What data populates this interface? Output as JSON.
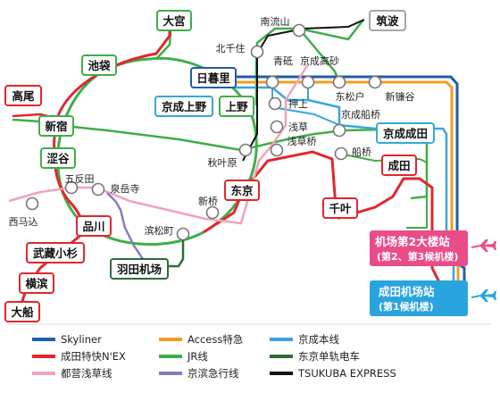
{
  "colors": {
    "skyliner": "#1f5fa8",
    "narita_express": "#e3262e",
    "toei_asakusa": "#f0a3b9",
    "access": "#f39c1e",
    "jr": "#3fae49",
    "keikyu": "#8a7bbf",
    "keisei": "#3aa5dc",
    "monorail": "#2f6b3b",
    "tsukuba": "#111111",
    "terminal2": "#ea4c89",
    "terminal1": "#2aa4df"
  },
  "stations": {
    "omiya": "大宫",
    "tsukuba": "筑波",
    "minami_nagareyama": "南流山",
    "kita_senju": "北千住",
    "ikebukuro": "池袋",
    "aoto": "青砥",
    "keisei_takasago": "京成高砂",
    "nippori": "日暮里",
    "takao": "高尾",
    "keisei_ueno": "京成上野",
    "ueno": "上野",
    "oshiage": "押上",
    "higashi_matsudo": "东松户",
    "shin_kamagaya": "新镰谷",
    "asakusa": "浅草",
    "keisei_funabashi": "京成船桥",
    "shinjuku": "新宿",
    "asakusabashi": "浅草桥",
    "keisei_narita": "京成成田",
    "funabashi": "船桥",
    "shibuya": "涩谷",
    "akihabara": "秋叶原",
    "narita": "成田",
    "gotanda": "五反田",
    "sengakuji": "泉岳寺",
    "shimbashi": "新桥",
    "tokyo": "东京",
    "nishi_magome": "西马込",
    "shinagawa": "品川",
    "chiba": "千叶",
    "hamamatsucho": "滨松町",
    "musashi_kosugi": "武藏小杉",
    "haneda": "羽田机场",
    "yokohama": "横滨",
    "ofuna": "大船"
  },
  "terminals": {
    "t2_title": "机场第2大楼站",
    "t2_sub": "(第2、第3候机楼)",
    "t1_title": "成田机场站",
    "t1_sub": "(第1候机楼)"
  },
  "icons": {
    "terminal2": "airplane-icon",
    "terminal1": "airplane-icon"
  },
  "legend": [
    {
      "label": "Skyliner",
      "color": "#1f5fa8"
    },
    {
      "label": "Access特急",
      "color": "#f39c1e"
    },
    {
      "label": "京成本线",
      "color": "#3aa5dc"
    },
    {
      "label": "成田特快N'EX",
      "color": "#e3262e"
    },
    {
      "label": "JR线",
      "color": "#3fae49"
    },
    {
      "label": "东京单轨电车",
      "color": "#2f6b3b"
    },
    {
      "label": "都营浅草线",
      "color": "#f0a3b9"
    },
    {
      "label": "京滨急行线",
      "color": "#8a7bbf"
    },
    {
      "label": "TSUKUBA EXPRESS",
      "color": "#111111"
    }
  ]
}
